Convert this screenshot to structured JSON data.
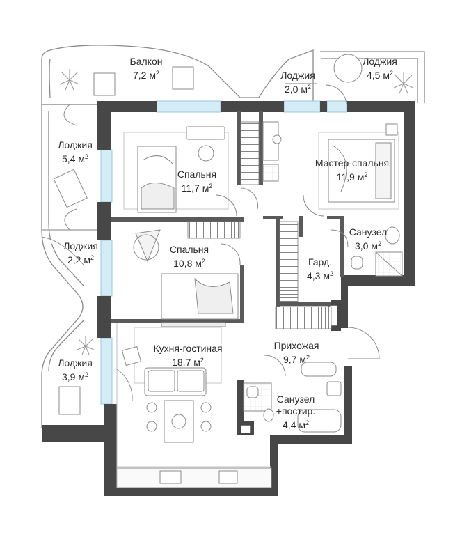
{
  "rooms": [
    {
      "id": "balcony",
      "name": "Балкон",
      "area": "7,2 м",
      "sup": "2"
    },
    {
      "id": "loggia-20",
      "name": "Лоджия",
      "area": "2,0 м",
      "sup": "2"
    },
    {
      "id": "loggia-45",
      "name": "Лоджия",
      "area": "4,5 м",
      "sup": "2"
    },
    {
      "id": "loggia-54",
      "name": "Лоджия",
      "area": "5,4 м",
      "sup": "2"
    },
    {
      "id": "bedroom-117",
      "name": "Спальня",
      "area": "11,7 м",
      "sup": "2"
    },
    {
      "id": "master",
      "name": "Мастер-спальня",
      "area": "11,9 м",
      "sup": "2"
    },
    {
      "id": "bath-30",
      "name": "Санузел",
      "area": "3,0 м",
      "sup": "2"
    },
    {
      "id": "loggia-22",
      "name": "Лоджия",
      "area": "2,2 м",
      "sup": "2"
    },
    {
      "id": "bedroom-108",
      "name": "Спальня",
      "area": "10,8 м",
      "sup": "2"
    },
    {
      "id": "wardrobe",
      "name": "Гард.",
      "area": "4,3 м",
      "sup": "2"
    },
    {
      "id": "kitchen",
      "name": "Кухня-гостиная",
      "area": "18,7 м",
      "sup": "2"
    },
    {
      "id": "hallway",
      "name": "Прихожая",
      "area": "9,7 м",
      "sup": "2"
    },
    {
      "id": "loggia-39",
      "name": "Лоджия",
      "area": "3,9 м",
      "sup": "2"
    },
    {
      "id": "bath-44",
      "name": "Санузел\n+постир.",
      "area": "4,4 м",
      "sup": "2"
    }
  ],
  "colors": {
    "wall": "#4a4a4a",
    "outline": "#8a8a8a",
    "glass": "#cfe9f3",
    "furniture": "#9a9a9a"
  }
}
